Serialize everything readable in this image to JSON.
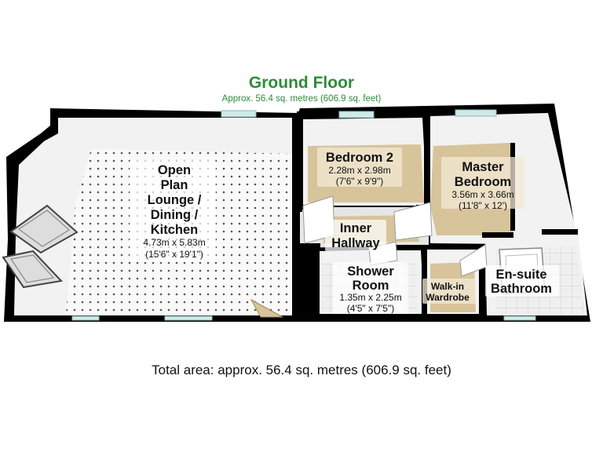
{
  "header": {
    "title": "Ground Floor",
    "area": "Approx. 56.4 sq. metres (606.9 sq. feet)"
  },
  "rooms": {
    "lounge": {
      "name_lines": [
        "Open",
        "Plan",
        "Lounge /",
        "Dining /",
        "Kitchen"
      ],
      "dim_metric": "4.73m x 5.83m",
      "dim_imperial": "(15'6\" x 19'1\")"
    },
    "bedroom2": {
      "name": "Bedroom 2",
      "dim_metric": "2.28m x 2.98m",
      "dim_imperial": "(7'6\" x 9'9\")"
    },
    "master": {
      "name_lines": [
        "Master",
        "Bedroom"
      ],
      "dim_metric": "3.56m x 3.66m",
      "dim_imperial": "(11'8\" x 12')"
    },
    "hallway": {
      "name_lines": [
        "Inner",
        "Hallway"
      ]
    },
    "shower": {
      "name_lines": [
        "Shower",
        "Room"
      ],
      "dim_metric": "1.35m x 2.25m",
      "dim_imperial": "(4'5\" x 7'5\")"
    },
    "wardrobe": {
      "name_lines": [
        "Walk-in",
        "Wardrobe"
      ]
    },
    "ensuite": {
      "name_lines": [
        "En-suite",
        "Bathroom"
      ]
    }
  },
  "footer": {
    "total_area": "Total area: approx. 56.4 sq. metres (606.9 sq. feet)"
  },
  "colors": {
    "wall": "#000000",
    "wall_face": "#f2f2f2",
    "lounge_floor": "#f6f6f6",
    "bedroom_floor": "#d8c49a",
    "tile_floor": "#eeeeee",
    "window": "#cfeaea",
    "title": "#2e8b3a"
  }
}
